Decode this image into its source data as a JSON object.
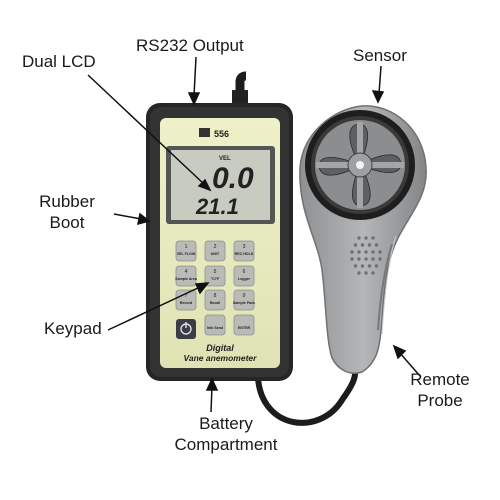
{
  "labels": {
    "dual_lcd": "Dual LCD",
    "rs232_output": "RS232 Output",
    "sensor": "Sensor",
    "rubber_boot_line1": "Rubber",
    "rubber_boot_line2": "Boot",
    "keypad": "Keypad",
    "battery_line1": "Battery",
    "battery_line2": "Compartment",
    "remote_probe_line1": "Remote",
    "remote_probe_line2": "Probe"
  },
  "device": {
    "model": "556",
    "lcd_unit": "VEL",
    "lcd_top_value": "0.0",
    "lcd_bottom_value": "21.1",
    "caption_line1": "Digital",
    "caption_line2": "Vane anemometer",
    "keys": [
      {
        "num": "1",
        "label": "VEL FLOW"
      },
      {
        "num": "2",
        "label": "UNIT"
      },
      {
        "num": "3",
        "label": "REC HOLD"
      },
      {
        "num": "4",
        "label": "Sample Area"
      },
      {
        "num": "5",
        "label": "°C/°F"
      },
      {
        "num": "6",
        "label": "Logger"
      },
      {
        "num": "7",
        "label": "Record"
      },
      {
        "num": "8",
        "label": "Recall"
      },
      {
        "num": "9",
        "label": "Sample Pack"
      },
      {
        "num": "",
        "label": "Info Send"
      },
      {
        "num": "",
        "label": "ENTER"
      }
    ]
  },
  "colors": {
    "housing": "#2b2b2b",
    "faceplate": "#e8ecc0",
    "lcd": "#c9ccc0",
    "probe": "#9a9c9e",
    "key": "#b9bbb6"
  }
}
